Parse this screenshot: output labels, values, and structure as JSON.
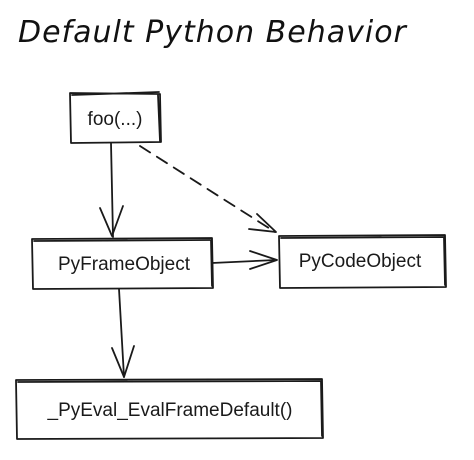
{
  "title": "Default Python Behavior",
  "nodes": {
    "foo": {
      "label": "foo(...)"
    },
    "frame": {
      "label": "PyFrameObject"
    },
    "code": {
      "label": "PyCodeObject"
    },
    "eval": {
      "label": "_PyEval_EvalFrameDefault()"
    }
  },
  "edges": [
    {
      "from": "foo",
      "to": "frame",
      "style": "solid"
    },
    {
      "from": "foo",
      "to": "code",
      "style": "dashed"
    },
    {
      "from": "frame",
      "to": "code",
      "style": "solid"
    },
    {
      "from": "frame",
      "to": "eval",
      "style": "solid"
    }
  ],
  "colors": {
    "ink": "#1a1a1a",
    "background": "#ffffff"
  }
}
